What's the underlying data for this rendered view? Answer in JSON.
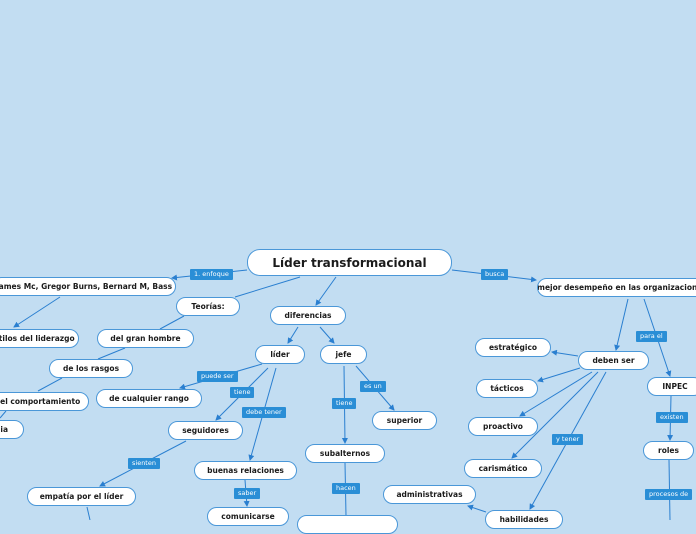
{
  "root": "Líder transformacional",
  "nodes": {
    "authors": "James Mc, Gregor Burns, Bernard M, Bass",
    "teorias": "Teorías:",
    "diferencias": "diferencias",
    "mejor": "mejor desempeño en las organizaciones",
    "estilos": "stilos del liderazgo",
    "gran_hombre": "del gran hombre",
    "rasgos": "de los rasgos",
    "comportamiento": "del comportamiento",
    "cia": "cia",
    "lider": "líder",
    "jefe": "jefe",
    "cualquier_rango": "de cualquier rango",
    "seguidores": "seguidores",
    "buenas_relaciones": "buenas relaciones",
    "comunicarse": "comunicarse",
    "empatia": "empatía por el líder",
    "subalternos": "subalternos",
    "superior": "superior",
    "deben_ser": "deben ser",
    "estrategico": "estratégico",
    "tacticos": "tácticos",
    "proactivo": "proactivo",
    "carismatico": "carismático",
    "administrativas": "administrativas",
    "habilidades": "habilidades",
    "inpec": "INPEC",
    "roles": "roles"
  },
  "links": {
    "enfoque": "1. enfoque",
    "busca": "busca",
    "puede_ser": "puede ser",
    "tiene_lider": "tiene",
    "debe_tener": "debe tener",
    "sienten": "sienten",
    "saber": "saber",
    "tiene_jefe": "tiene",
    "es_un": "es un",
    "hacen": "hacen",
    "para_el": "para el",
    "y_tener": "y tener",
    "existen": "existen",
    "procesos_de": "procesos de"
  },
  "colors": {
    "background": "#c2ddf2",
    "node_border": "#4a97d8",
    "tag": "#2a8ed6",
    "line": "#2a7fd0"
  }
}
